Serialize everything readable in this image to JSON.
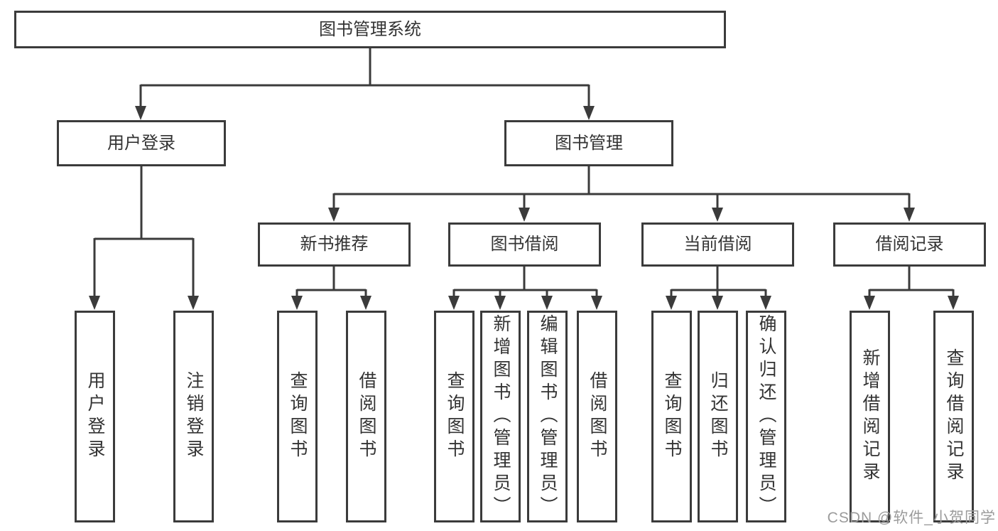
{
  "diagram": {
    "root": "图书管理系统",
    "user_branch": {
      "label": "用户登录",
      "children": [
        "用户登录",
        "注销登录"
      ]
    },
    "book_branch": {
      "label": "图书管理",
      "sections": [
        {
          "label": "新书推荐",
          "children": [
            "查询图书",
            "借阅图书"
          ]
        },
        {
          "label": "图书借阅",
          "children": [
            "查询图书",
            "新增图书（管理员）",
            "编辑图书（管理员）",
            "借阅图书"
          ]
        },
        {
          "label": "当前借阅",
          "children": [
            "查询图书",
            "归还图书",
            "确认归还（管理员）"
          ]
        },
        {
          "label": "借阅记录",
          "children": [
            "新增借阅记录",
            "查询借阅记录"
          ]
        }
      ]
    }
  },
  "watermark": "CSDN @软件_小贺同学",
  "colors": {
    "line": "#3b3b3b",
    "text": "#333333",
    "watermark": "#9b9b9b",
    "background": "#ffffff"
  }
}
